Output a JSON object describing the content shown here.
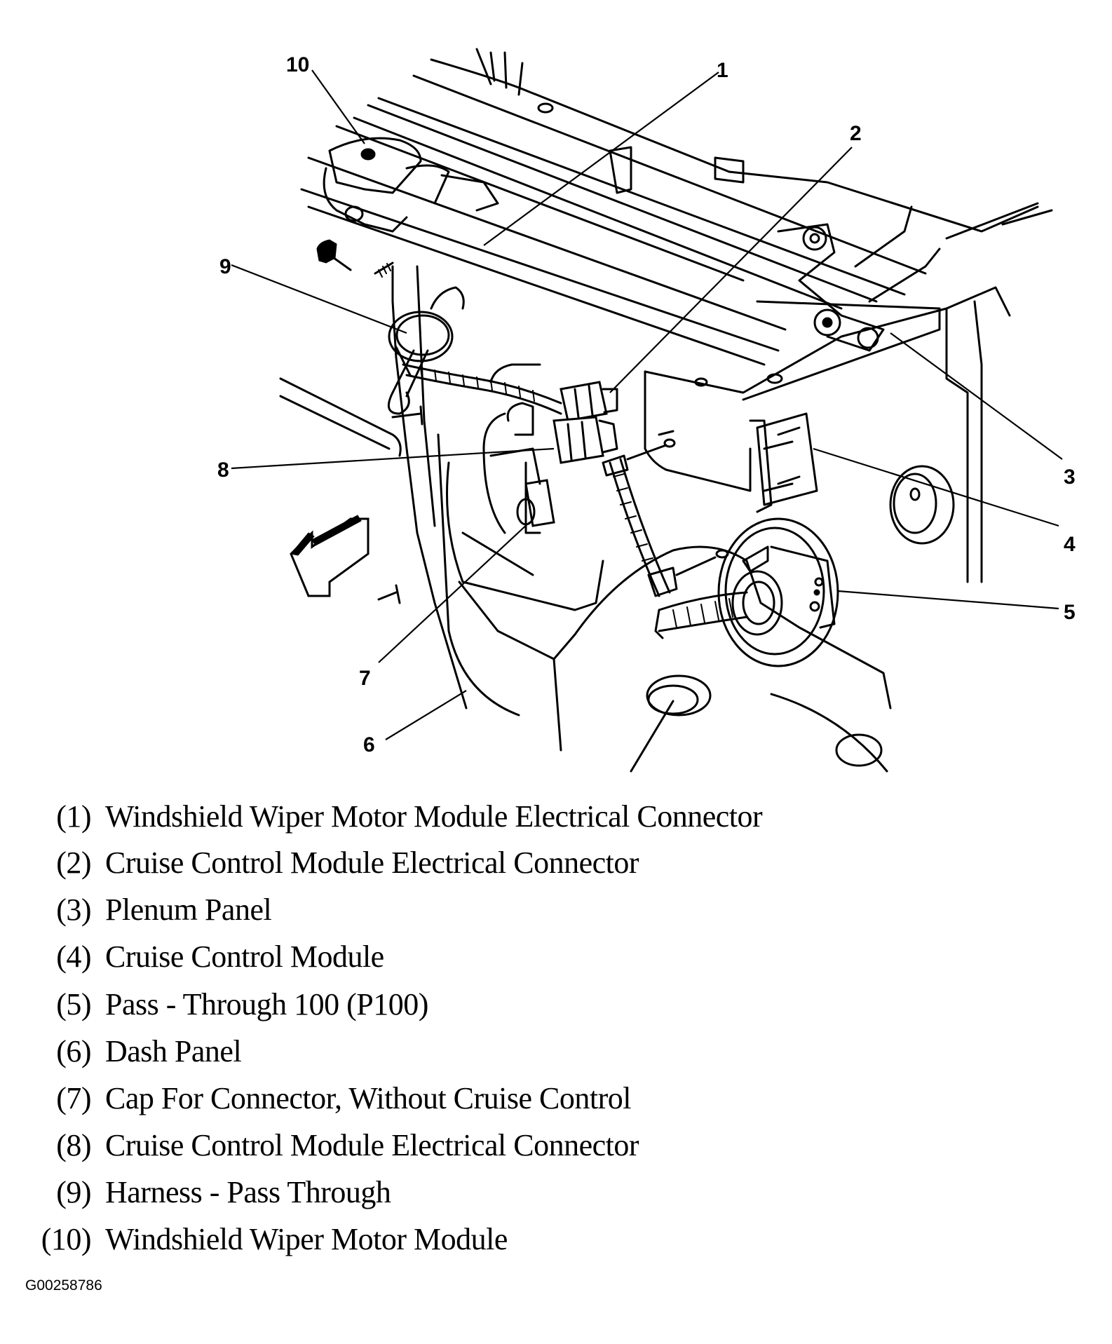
{
  "figure": {
    "id": "G00258786",
    "callouts": [
      {
        "num": "1"
      },
      {
        "num": "2"
      },
      {
        "num": "3"
      },
      {
        "num": "4"
      },
      {
        "num": "5"
      },
      {
        "num": "6"
      },
      {
        "num": "7"
      },
      {
        "num": "8"
      },
      {
        "num": "9"
      },
      {
        "num": "10"
      }
    ],
    "arrow": "front-direction-arrow"
  },
  "legend": [
    {
      "num": "(1)",
      "text": "Windshield Wiper Motor Module Electrical Connector"
    },
    {
      "num": "(2)",
      "text": "Cruise Control Module Electrical Connector"
    },
    {
      "num": "(3)",
      "text": "Plenum Panel"
    },
    {
      "num": "(4)",
      "text": "Cruise Control Module"
    },
    {
      "num": "(5)",
      "text": "Pass - Through 100 (P100)"
    },
    {
      "num": "(6)",
      "text": "Dash Panel"
    },
    {
      "num": "(7)",
      "text": "Cap For Connector, Without Cruise Control"
    },
    {
      "num": "(8)",
      "text": "Cruise Control Module Electrical Connector"
    },
    {
      "num": "(9)",
      "text": "Harness - Pass Through"
    },
    {
      "num": "(10)",
      "text": "Windshield Wiper Motor Module"
    }
  ]
}
